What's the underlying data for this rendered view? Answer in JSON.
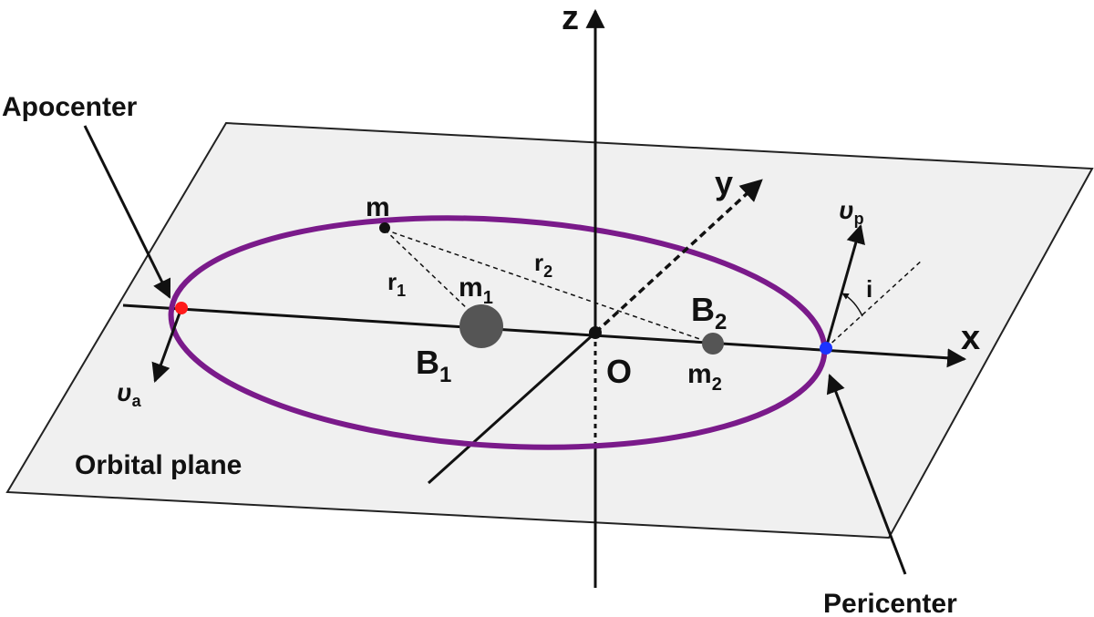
{
  "labels": {
    "z_axis": "z",
    "y_axis": "y",
    "x_axis": "x",
    "origin": "O",
    "apocenter": "Apocenter",
    "pericenter": "Pericenter",
    "orbital_plane": "Orbital plane",
    "test_mass": "m",
    "r1_main": "r",
    "r1_sub": "1",
    "r2_main": "r",
    "r2_sub": "2",
    "m1_main": "m",
    "m1_sub": "1",
    "m2_main": "m",
    "m2_sub": "2",
    "b1_main": "B",
    "b1_sub": "1",
    "b2_main": "B",
    "b2_sub": "2",
    "ua_main": "υ",
    "ua_sub": "a",
    "up_main": "υ",
    "up_sub": "p",
    "inclination": "i"
  },
  "colors": {
    "plane_fill": "#f0f0f0",
    "orbit": "#7a1a8a",
    "apocenter_dot": "#ff1a1a",
    "pericenter_dot": "#1a33ff",
    "body": "#555555",
    "ink": "#111111"
  }
}
